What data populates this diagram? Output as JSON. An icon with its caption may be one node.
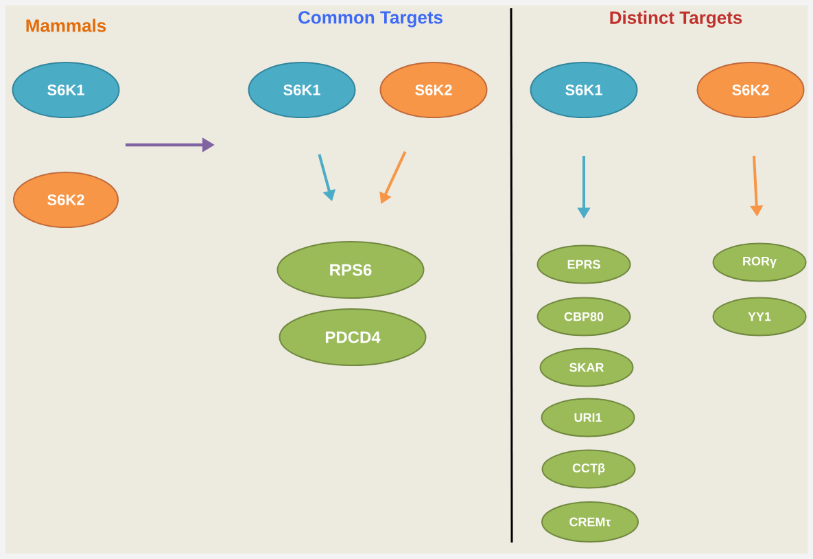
{
  "diagram": {
    "nodes": [
      {
        "text": [
          "S6K1"
        ]
      },
      {
        "text": [
          "S6K2"
        ]
      },
      {
        "text": [
          "S6K1"
        ]
      },
      {
        "text": [
          "S6K2"
        ]
      },
      {
        "text": [
          "RPS6"
        ]
      },
      {
        "text": [
          "PDCD4"
        ]
      },
      {
        "text": [
          "S6K1"
        ]
      },
      {
        "text": [
          "S6K2"
        ]
      },
      {
        "text": [
          "EPRS"
        ]
      },
      {
        "text": [
          "CBP80"
        ]
      },
      {
        "text": [
          "SKAR"
        ]
      },
      {
        "text": [
          "URI1"
        ]
      },
      {
        "text": [
          "CCTβ"
        ]
      },
      {
        "text": [
          "CREMτ"
        ]
      },
      {
        "text": [
          "RORγ"
        ]
      },
      {
        "text": [
          "YY1"
        ]
      }
    ],
    "edges": [
      {
        "from": 2,
        "to": 4,
        "arrow": "to",
        "color": "#4bacc6"
      },
      {
        "from": 3,
        "to": 4,
        "arrow": "to",
        "color": "#f79646"
      },
      {
        "from": 6,
        "to": 8,
        "arrow": "to",
        "color": "#4bacc6"
      },
      {
        "from": 7,
        "to": 14,
        "arrow": "to",
        "color": "#f79646"
      }
    ],
    "labels": [
      "Mammals",
      "Common Targets",
      "Distinct Targets"
    ]
  }
}
